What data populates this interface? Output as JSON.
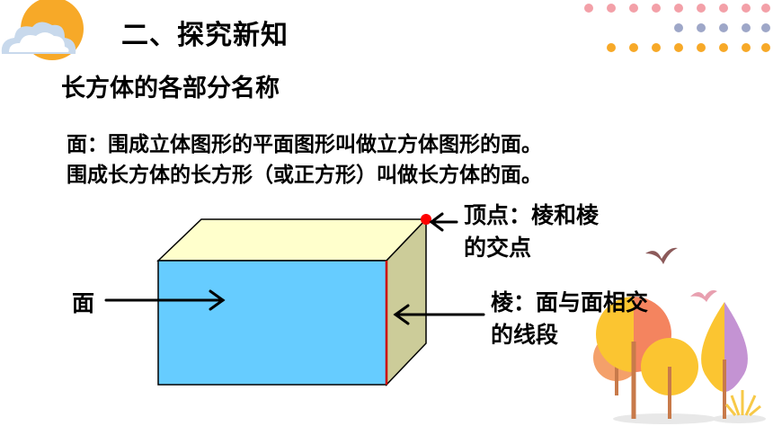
{
  "header": {
    "section_title": "二、探究新知"
  },
  "lesson": {
    "subtitle": "长方体的各部分名称",
    "definitions": [
      "面：围成立体图形的平面图形叫做立方体图形的面。",
      "围成长方体的长方形（或正方形）叫做长方体的面。"
    ]
  },
  "diagram": {
    "vertex_label_line1": "顶点：棱和棱",
    "vertex_label_line2": "的交点",
    "edge_label_line1": "棱：面与面相交",
    "edge_label_line2": "的线段",
    "face_label": "面",
    "colors": {
      "front_face": "#66ccff",
      "top_face": "#ffffcc",
      "side_face": "#cccc99",
      "vertex_dot": "#ff0000",
      "highlight_edge": "#cc0000"
    }
  }
}
